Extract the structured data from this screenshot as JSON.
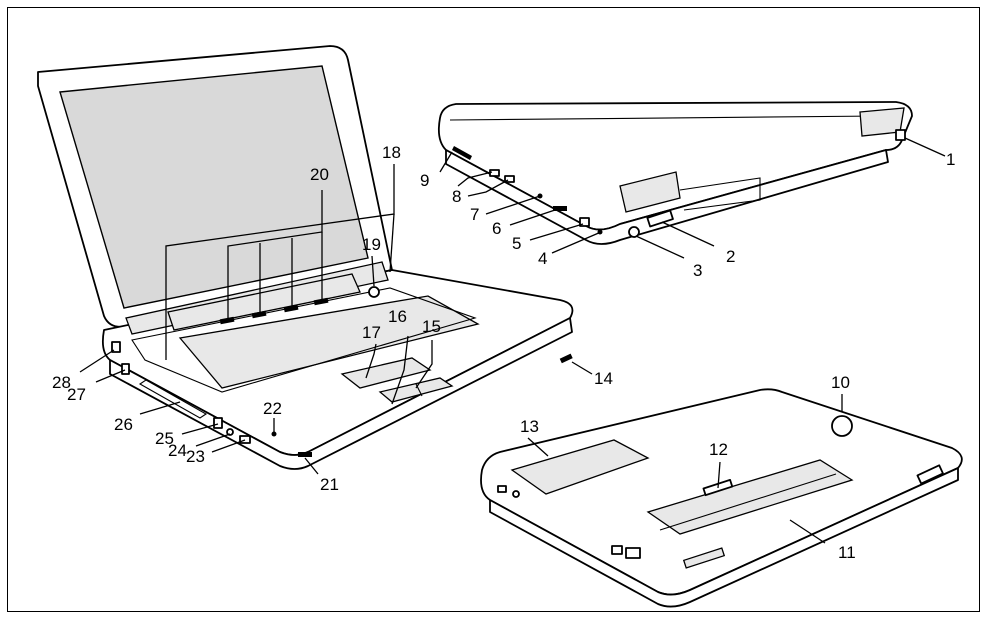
{
  "figure": {
    "labels": [
      "1",
      "2",
      "3",
      "4",
      "5",
      "6",
      "7",
      "8",
      "9",
      "10",
      "11",
      "12",
      "13",
      "14",
      "15",
      "16",
      "17",
      "18",
      "19",
      "20",
      "21",
      "22",
      "23",
      "24",
      "25",
      "26",
      "27",
      "28"
    ]
  }
}
